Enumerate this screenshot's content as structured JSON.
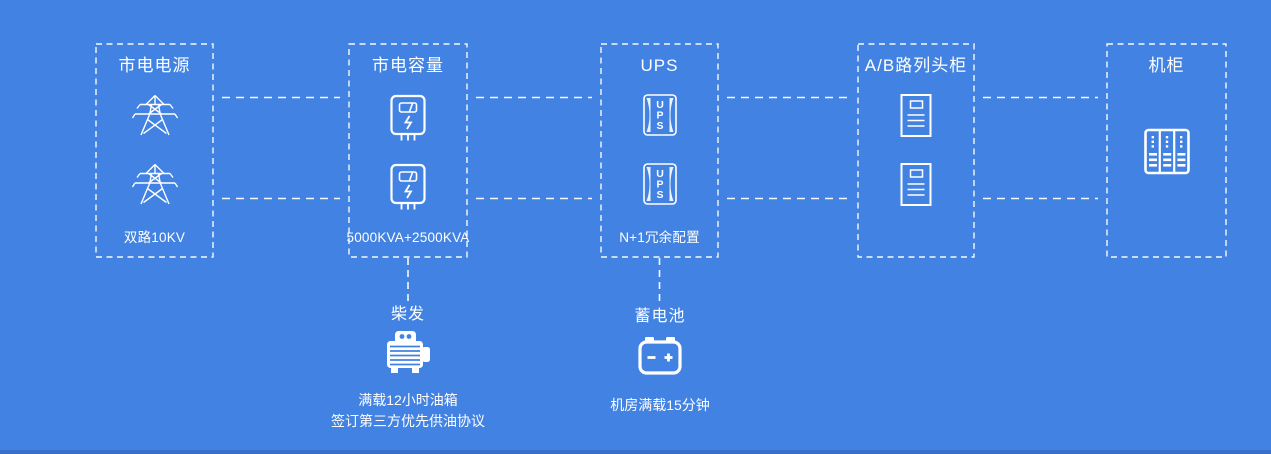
{
  "colors": {
    "background": "#4282E2",
    "footer_strip": "#3A70CA",
    "line_and_icon_white": "#FFFFFF"
  },
  "nodes": [
    {
      "title": "市电电源",
      "caption": "双路10KV",
      "icon": "power-tower-icon"
    },
    {
      "title": "市电容量",
      "caption": "5000KVA+2500KVA",
      "icon": "electric-meter-icon"
    },
    {
      "title": "UPS",
      "caption": "N+1冗余配置",
      "icon": "ups-unit-icon"
    },
    {
      "title": "A/B路列头柜",
      "icon": "distribution-cabinet-icon"
    },
    {
      "title": "机柜",
      "icon": "server-rack-icon"
    }
  ],
  "ups_icon_letters": [
    "U",
    "P",
    "S"
  ],
  "sub_nodes": [
    {
      "title": "柴发",
      "icon": "diesel-generator-icon",
      "caption_lines": [
        "满载12小时油箱",
        "签订第三方优先供油协议"
      ]
    },
    {
      "title": "蓄电池",
      "icon": "battery-icon",
      "caption_lines": [
        "机房满载15分钟"
      ]
    }
  ]
}
